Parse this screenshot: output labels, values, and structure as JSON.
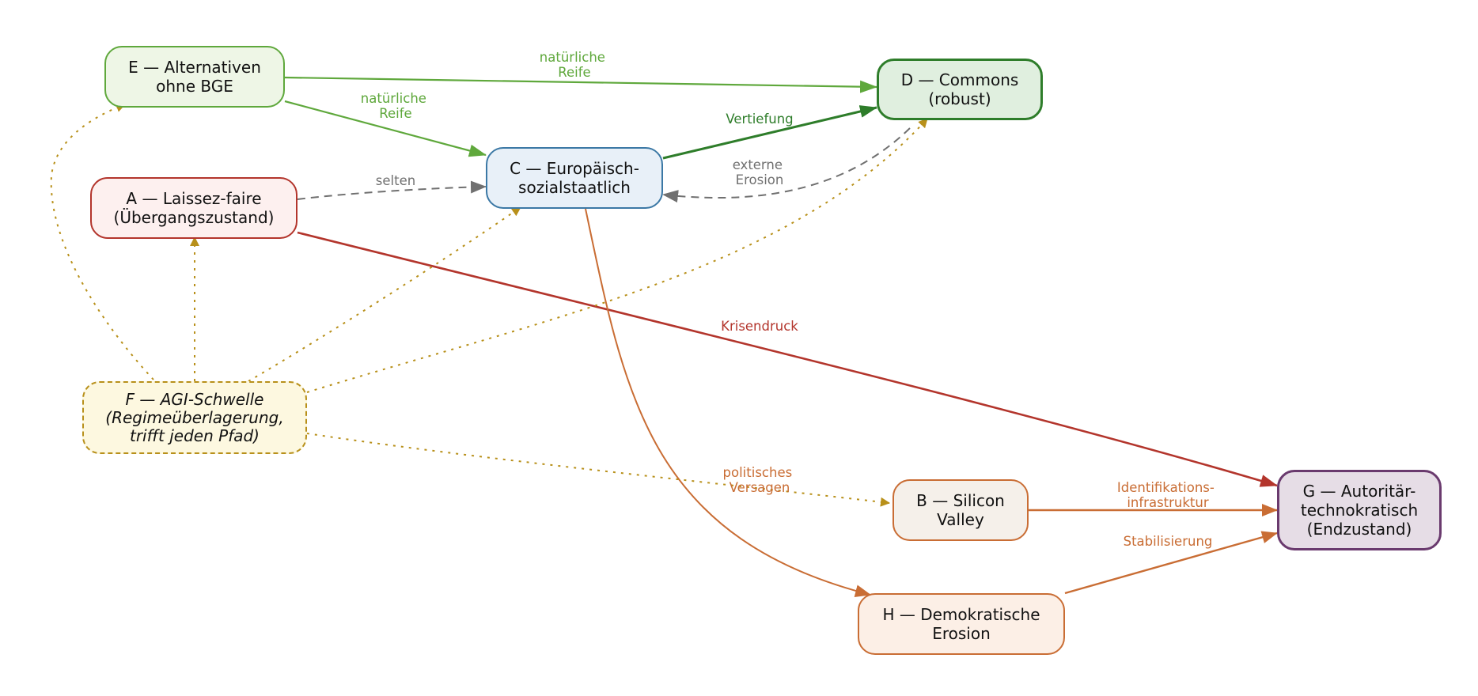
{
  "nodes": {
    "E": {
      "lines": [
        "E — Alternativen",
        "ohne BGE"
      ],
      "border": "#5fa83c",
      "fill": "#eef6e6"
    },
    "D": {
      "lines": [
        "D — Commons",
        "(robust)"
      ],
      "border": "#2e7d2a",
      "fill": "#e0efdf"
    },
    "C": {
      "lines": [
        "C — Europäisch-",
        "sozialstaatlich"
      ],
      "border": "#3b78a5",
      "fill": "#e8f0f8"
    },
    "A": {
      "lines": [
        "A — Laissez-faire",
        "(Übergangszustand)"
      ],
      "border": "#b3352c",
      "fill": "#fdf0ef"
    },
    "F": {
      "lines": [
        "F — AGI-Schwelle",
        "(Regimeüberlagerung,",
        "trifft jeden Pfad)"
      ],
      "border": "#b8901a",
      "fill": "#fdf8e0"
    },
    "B": {
      "lines": [
        "B — Silicon",
        "Valley"
      ],
      "border": "#c96d34",
      "fill": "#f5f0ea"
    },
    "G": {
      "lines": [
        "G — Autoritär-",
        "technokratisch",
        "(Endzustand)"
      ],
      "border": "#6a3a6e",
      "fill": "#e6dde6"
    },
    "H": {
      "lines": [
        "H — Demokratische",
        "Erosion"
      ],
      "border": "#c96d34",
      "fill": "#fcefe6"
    }
  },
  "edge_labels": {
    "e_d": [
      "natürliche",
      "Reife"
    ],
    "e_c": [
      "natürliche",
      "Reife"
    ],
    "c_d": [
      "Vertiefung"
    ],
    "a_c": [
      "selten"
    ],
    "d_c": [
      "externe",
      "Erosion"
    ],
    "a_g": [
      "Krisendruck"
    ],
    "c_h": [
      "politisches",
      "Versagen"
    ],
    "b_g": [
      "Identifikations-",
      "infrastruktur"
    ],
    "h_g": [
      "Stabilisierung"
    ]
  },
  "colors": {
    "green": "#5fa83c",
    "dark_green": "#2e7d2a",
    "grey": "#707070",
    "red": "#b3352c",
    "orange": "#c96d34",
    "gold": "#b8901a"
  }
}
